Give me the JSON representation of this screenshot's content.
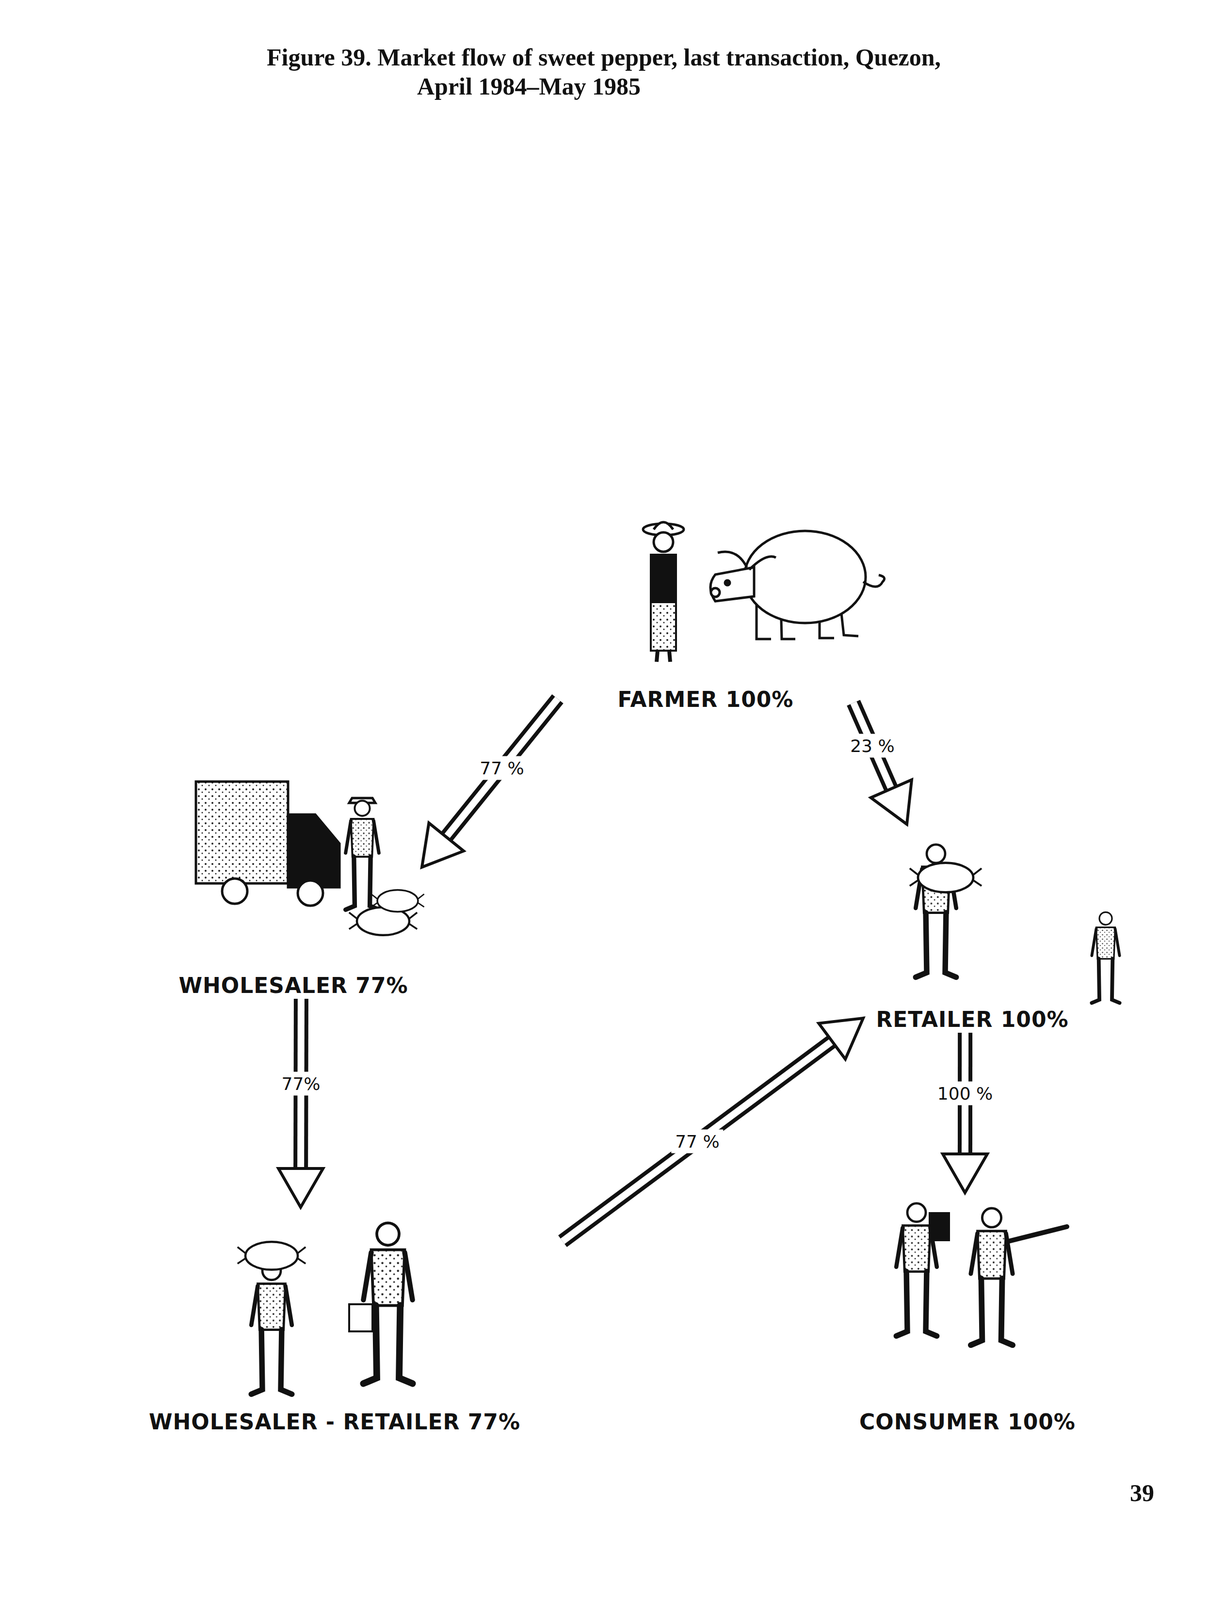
{
  "diagram": {
    "title": "Figure 39. Market flow of sweet pepper, last transaction, Quezon, April 1984–May 1985",
    "nodes": [
      {
        "text": [
          "FARMER 100%"
        ]
      },
      {
        "text": [
          "WHOLESALER 77%"
        ]
      },
      {
        "text": [
          "RETAILER 100%"
        ]
      },
      {
        "text": [
          "WHOLESALER - RETAILER 77%"
        ]
      },
      {
        "text": [
          "CONSUMER 100%"
        ]
      }
    ],
    "edges": [
      {
        "from": 0,
        "to": 1,
        "label": "77 %",
        "arrow": "to"
      },
      {
        "from": 0,
        "to": 2,
        "label": "23 %",
        "arrow": "to"
      },
      {
        "from": 1,
        "to": 3,
        "label": "77%",
        "arrow": "to"
      },
      {
        "from": 3,
        "to": 2,
        "label": "77 %",
        "arrow": "to"
      },
      {
        "from": 2,
        "to": 4,
        "label": "100 %",
        "arrow": "to"
      }
    ],
    "labels": [
      "39"
    ]
  }
}
